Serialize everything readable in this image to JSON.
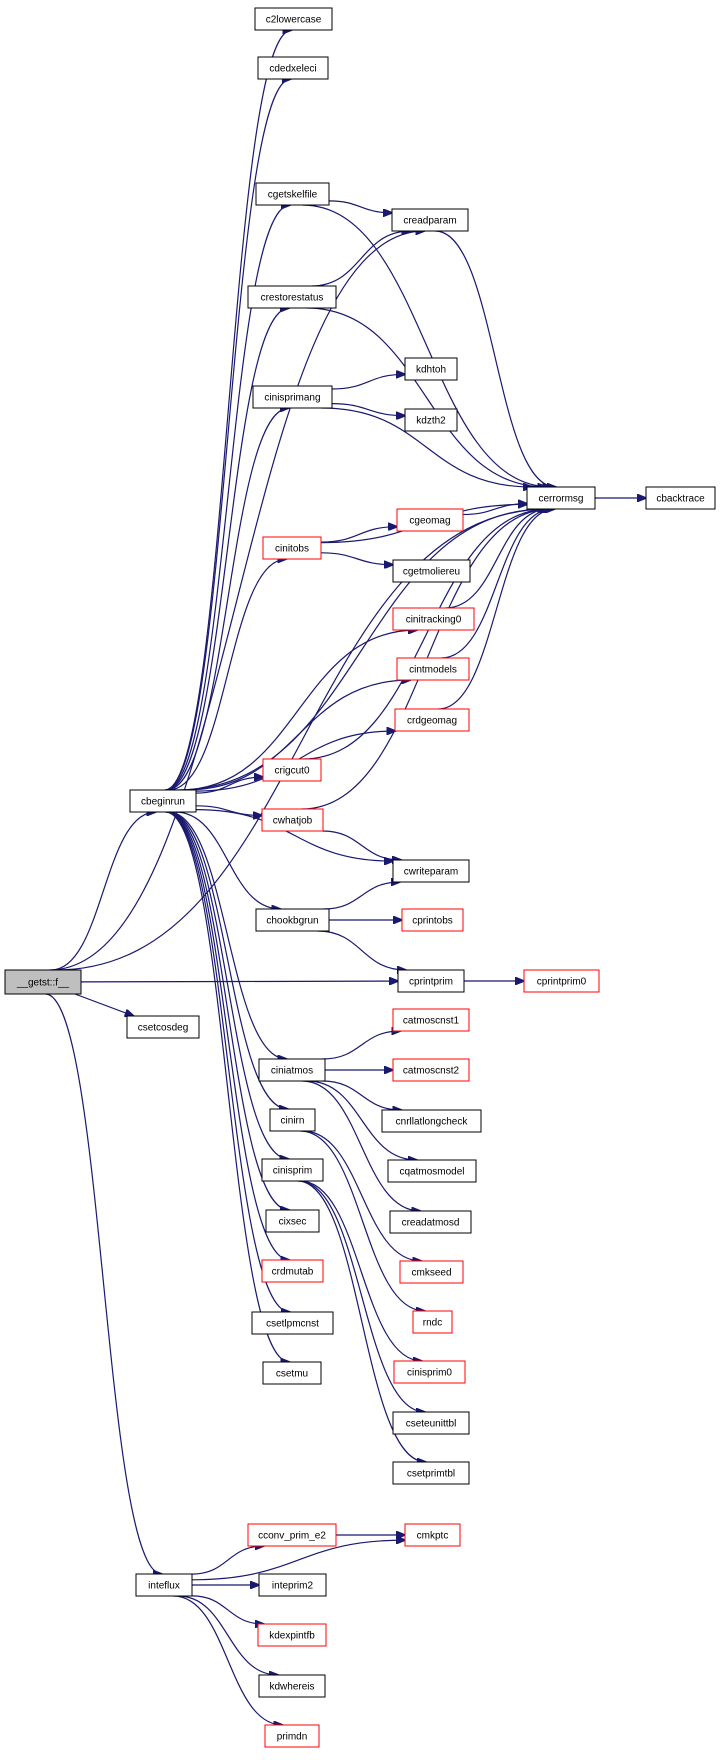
{
  "colors": {
    "edge": "#191970",
    "border": "#000000",
    "border_incomplete": "#ff0000",
    "root_fill": "#bfbfbf"
  },
  "nodes": [
    {
      "id": "getst",
      "label": "__getst::f__",
      "variant": "root"
    },
    {
      "id": "cbeginrun",
      "label": "cbeginrun",
      "variant": "normal"
    },
    {
      "id": "csetcosdeg",
      "label": "csetcosdeg",
      "variant": "normal"
    },
    {
      "id": "inteflux",
      "label": "inteflux",
      "variant": "normal"
    },
    {
      "id": "cprintprim",
      "label": "cprintprim",
      "variant": "normal"
    },
    {
      "id": "creadparam",
      "label": "creadparam",
      "variant": "normal"
    },
    {
      "id": "cerrormsg",
      "label": "cerrormsg",
      "variant": "normal"
    },
    {
      "id": "c2lowercase",
      "label": "c2lowercase",
      "variant": "normal"
    },
    {
      "id": "cdedxeleci",
      "label": "cdedxeleci",
      "variant": "normal"
    },
    {
      "id": "cgetskelfile",
      "label": "cgetskelfile",
      "variant": "normal"
    },
    {
      "id": "crestorestatus",
      "label": "crestorestatus",
      "variant": "normal"
    },
    {
      "id": "cinisprimang",
      "label": "cinisprimang",
      "variant": "normal"
    },
    {
      "id": "kdhtoh",
      "label": "kdhtoh",
      "variant": "normal"
    },
    {
      "id": "kdzth2",
      "label": "kdzth2",
      "variant": "normal"
    },
    {
      "id": "cbacktrace",
      "label": "cbacktrace",
      "variant": "normal"
    },
    {
      "id": "cinitobs",
      "label": "cinitobs",
      "variant": "red"
    },
    {
      "id": "cgeomag",
      "label": "cgeomag",
      "variant": "red"
    },
    {
      "id": "cgetmoliereu",
      "label": "cgetmoliereu",
      "variant": "normal"
    },
    {
      "id": "cinitracking0",
      "label": "cinitracking0",
      "variant": "red"
    },
    {
      "id": "cintmodels",
      "label": "cintmodels",
      "variant": "red"
    },
    {
      "id": "crdgeomag",
      "label": "crdgeomag",
      "variant": "red"
    },
    {
      "id": "crigcut0",
      "label": "crigcut0",
      "variant": "red"
    },
    {
      "id": "cwhatjob",
      "label": "cwhatjob",
      "variant": "red"
    },
    {
      "id": "cwriteparam",
      "label": "cwriteparam",
      "variant": "normal"
    },
    {
      "id": "chookbgrun",
      "label": "chookbgrun",
      "variant": "normal"
    },
    {
      "id": "cprintobs",
      "label": "cprintobs",
      "variant": "red"
    },
    {
      "id": "cprintprim0",
      "label": "cprintprim0",
      "variant": "red"
    },
    {
      "id": "ciniatmos",
      "label": "ciniatmos",
      "variant": "normal"
    },
    {
      "id": "catmoscnst1",
      "label": "catmoscnst1",
      "variant": "red"
    },
    {
      "id": "catmoscnst2",
      "label": "catmoscnst2",
      "variant": "red"
    },
    {
      "id": "cnrllatlongcheck",
      "label": "cnrllatlongcheck",
      "variant": "normal"
    },
    {
      "id": "cqatmosmodel",
      "label": "cqatmosmodel",
      "variant": "normal"
    },
    {
      "id": "creadatmosd",
      "label": "creadatmosd",
      "variant": "normal"
    },
    {
      "id": "cinirn",
      "label": "cinirn",
      "variant": "normal"
    },
    {
      "id": "cmkseed",
      "label": "cmkseed",
      "variant": "red"
    },
    {
      "id": "rndc",
      "label": "rndc",
      "variant": "red"
    },
    {
      "id": "cinisprim",
      "label": "cinisprim",
      "variant": "normal"
    },
    {
      "id": "cinisprim0",
      "label": "cinisprim0",
      "variant": "red"
    },
    {
      "id": "cseteunittbl",
      "label": "cseteunittbl",
      "variant": "normal"
    },
    {
      "id": "csetprimtbl",
      "label": "csetprimtbl",
      "variant": "normal"
    },
    {
      "id": "cixsec",
      "label": "cixsec",
      "variant": "normal"
    },
    {
      "id": "crdmutab",
      "label": "crdmutab",
      "variant": "red"
    },
    {
      "id": "csetlpmcnst",
      "label": "csetlpmcnst",
      "variant": "normal"
    },
    {
      "id": "csetmu",
      "label": "csetmu",
      "variant": "normal"
    },
    {
      "id": "cconv_prim_e2",
      "label": "cconv_prim_e2",
      "variant": "red"
    },
    {
      "id": "cmkptc",
      "label": "cmkptc",
      "variant": "red"
    },
    {
      "id": "inteprim2",
      "label": "inteprim2",
      "variant": "normal"
    },
    {
      "id": "kdexpintfb",
      "label": "kdexpintfb",
      "variant": "red"
    },
    {
      "id": "kdwhereis",
      "label": "kdwhereis",
      "variant": "normal"
    },
    {
      "id": "primdn",
      "label": "primdn",
      "variant": "red"
    }
  ],
  "edges": [
    [
      "getst",
      "cbeginrun"
    ],
    [
      "getst",
      "csetcosdeg"
    ],
    [
      "getst",
      "inteflux"
    ],
    [
      "getst",
      "cprintprim"
    ],
    [
      "getst",
      "creadparam"
    ],
    [
      "getst",
      "cerrormsg"
    ],
    [
      "cbeginrun",
      "c2lowercase"
    ],
    [
      "cbeginrun",
      "cdedxeleci"
    ],
    [
      "cbeginrun",
      "cerrormsg"
    ],
    [
      "cbeginrun",
      "cgetskelfile"
    ],
    [
      "cbeginrun",
      "crestorestatus"
    ],
    [
      "cbeginrun",
      "cinisprimang"
    ],
    [
      "cbeginrun",
      "cinitobs"
    ],
    [
      "cbeginrun",
      "cinitracking0"
    ],
    [
      "cbeginrun",
      "cintmodels"
    ],
    [
      "cbeginrun",
      "crdgeomag"
    ],
    [
      "cbeginrun",
      "crigcut0"
    ],
    [
      "cbeginrun",
      "cwhatjob"
    ],
    [
      "cbeginrun",
      "cwriteparam"
    ],
    [
      "cbeginrun",
      "chookbgrun"
    ],
    [
      "cbeginrun",
      "ciniatmos"
    ],
    [
      "cbeginrun",
      "cinirn"
    ],
    [
      "cbeginrun",
      "cinisprim"
    ],
    [
      "cbeginrun",
      "cixsec"
    ],
    [
      "cbeginrun",
      "crdmutab"
    ],
    [
      "cbeginrun",
      "csetlpmcnst"
    ],
    [
      "cbeginrun",
      "csetmu"
    ],
    [
      "cgetskelfile",
      "creadparam"
    ],
    [
      "cgetskelfile",
      "cerrormsg"
    ],
    [
      "crestorestatus",
      "creadparam"
    ],
    [
      "crestorestatus",
      "cerrormsg"
    ],
    [
      "creadparam",
      "cerrormsg"
    ],
    [
      "cinisprimang",
      "kdhtoh"
    ],
    [
      "cinisprimang",
      "kdzth2"
    ],
    [
      "cinisprimang",
      "cerrormsg"
    ],
    [
      "cinitobs",
      "cgeomag"
    ],
    [
      "cinitobs",
      "cgetmoliereu"
    ],
    [
      "cinitobs",
      "cerrormsg"
    ],
    [
      "cgeomag",
      "cerrormsg"
    ],
    [
      "cinitracking0",
      "cerrormsg"
    ],
    [
      "cintmodels",
      "cerrormsg"
    ],
    [
      "crdgeomag",
      "cerrormsg"
    ],
    [
      "crigcut0",
      "cerrormsg"
    ],
    [
      "cwhatjob",
      "cerrormsg"
    ],
    [
      "cwhatjob",
      "cwriteparam"
    ],
    [
      "cerrormsg",
      "cbacktrace"
    ],
    [
      "chookbgrun",
      "cwriteparam"
    ],
    [
      "chookbgrun",
      "cprintobs"
    ],
    [
      "chookbgrun",
      "cprintprim"
    ],
    [
      "cprintprim",
      "cprintprim0"
    ],
    [
      "ciniatmos",
      "catmoscnst1"
    ],
    [
      "ciniatmos",
      "catmoscnst2"
    ],
    [
      "ciniatmos",
      "cnrllatlongcheck"
    ],
    [
      "ciniatmos",
      "cqatmosmodel"
    ],
    [
      "ciniatmos",
      "creadatmosd"
    ],
    [
      "cinirn",
      "cmkseed"
    ],
    [
      "cinirn",
      "rndc"
    ],
    [
      "cinisprim",
      "cinisprim0"
    ],
    [
      "cinisprim",
      "cseteunittbl"
    ],
    [
      "cinisprim",
      "csetprimtbl"
    ],
    [
      "inteflux",
      "cconv_prim_e2"
    ],
    [
      "inteflux",
      "cmkptc"
    ],
    [
      "inteflux",
      "inteprim2"
    ],
    [
      "inteflux",
      "kdexpintfb"
    ],
    [
      "inteflux",
      "kdwhereis"
    ],
    [
      "inteflux",
      "primdn"
    ],
    [
      "cconv_prim_e2",
      "cmkptc"
    ]
  ]
}
